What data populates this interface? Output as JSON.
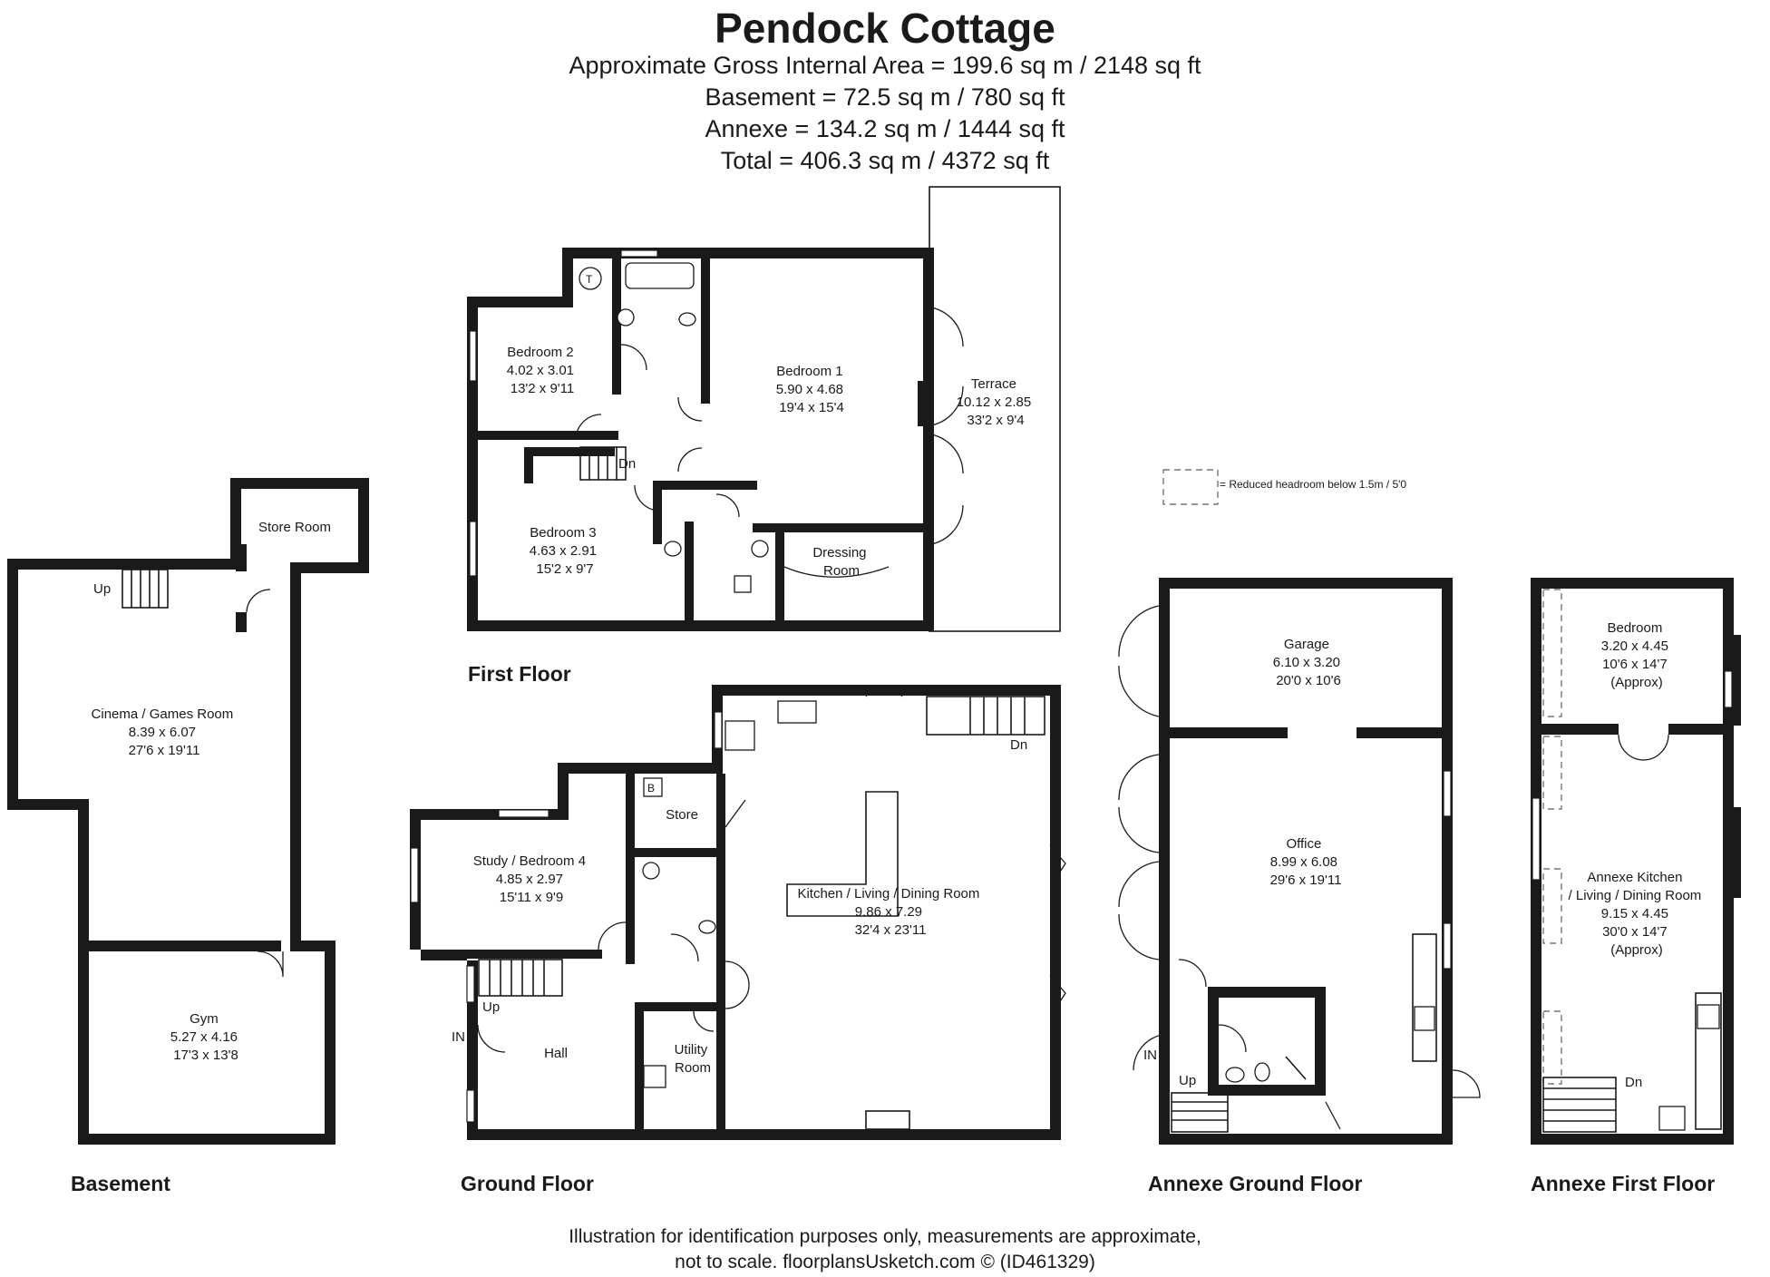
{
  "header": {
    "title": "Pendock Cottage",
    "lines": [
      "Approximate Gross Internal Area = 199.6 sq m / 2148 sq ft",
      "Basement = 72.5 sq m / 780 sq ft",
      "Annexe = 134.2 sq m / 1444 sq ft",
      "Total = 406.3 sq m / 4372 sq ft"
    ]
  },
  "legend": {
    "text": "= Reduced headroom below 1.5m / 5'0"
  },
  "floors": {
    "basement": "Basement",
    "ground": "Ground Floor",
    "first": "First Floor",
    "annexe_ground": "Annexe Ground Floor",
    "annexe_first": "Annexe First Floor"
  },
  "rooms": {
    "store_room": {
      "lines": [
        "Store Room"
      ]
    },
    "cinema": {
      "lines": [
        "Cinema / Games Room",
        "8.39 x 6.07",
        "27'6 x 19'11"
      ]
    },
    "gym": {
      "lines": [
        "Gym",
        "5.27 x 4.16",
        "17'3 x 13'8"
      ]
    },
    "bedroom2": {
      "lines": [
        "Bedroom 2",
        "4.02 x 3.01",
        "13'2 x 9'11"
      ]
    },
    "bedroom1": {
      "lines": [
        "Bedroom 1",
        "5.90 x 4.68",
        "19'4 x 15'4"
      ]
    },
    "terrace": {
      "lines": [
        "Terrace",
        "10.12 x 2.85",
        "33'2 x 9'4"
      ]
    },
    "bedroom3": {
      "lines": [
        "Bedroom 3",
        "4.63 x 2.91",
        "15'2 x 9'7"
      ]
    },
    "dressing": {
      "lines": [
        "Dressing",
        "Room"
      ]
    },
    "study": {
      "lines": [
        "Study / Bedroom 4",
        "4.85 x 2.97",
        "15'11 x 9'9"
      ]
    },
    "store": {
      "lines": [
        "Store"
      ]
    },
    "kitchen": {
      "lines": [
        "Kitchen / Living / Dining Room",
        "9.86 x 7.29",
        "32'4 x 23'11"
      ]
    },
    "hall": {
      "lines": [
        "Hall"
      ]
    },
    "utility": {
      "lines": [
        "Utility",
        "Room"
      ]
    },
    "garage": {
      "lines": [
        "Garage",
        "6.10 x 3.20",
        "20'0 x 10'6"
      ]
    },
    "office": {
      "lines": [
        "Office",
        "8.99 x 6.08",
        "29'6 x 19'11"
      ]
    },
    "annexe_bedroom": {
      "lines": [
        "Bedroom",
        "3.20 x 4.45",
        "10'6 x 14'7",
        "(Approx)"
      ]
    },
    "annexe_kitchen": {
      "lines": [
        "Annexe Kitchen",
        "/ Living / Dining Room",
        "9.15 x 4.45",
        "30'0 x 14'7",
        "(Approx)"
      ]
    }
  },
  "tags": {
    "up": "Up",
    "dn": "Dn",
    "in": "IN",
    "t": "T",
    "b": "B"
  },
  "footer": {
    "line1": "Illustration for identification purposes only, measurements are approximate,",
    "line2": "not to scale. floorplansUsketch.com © (ID461329)"
  }
}
